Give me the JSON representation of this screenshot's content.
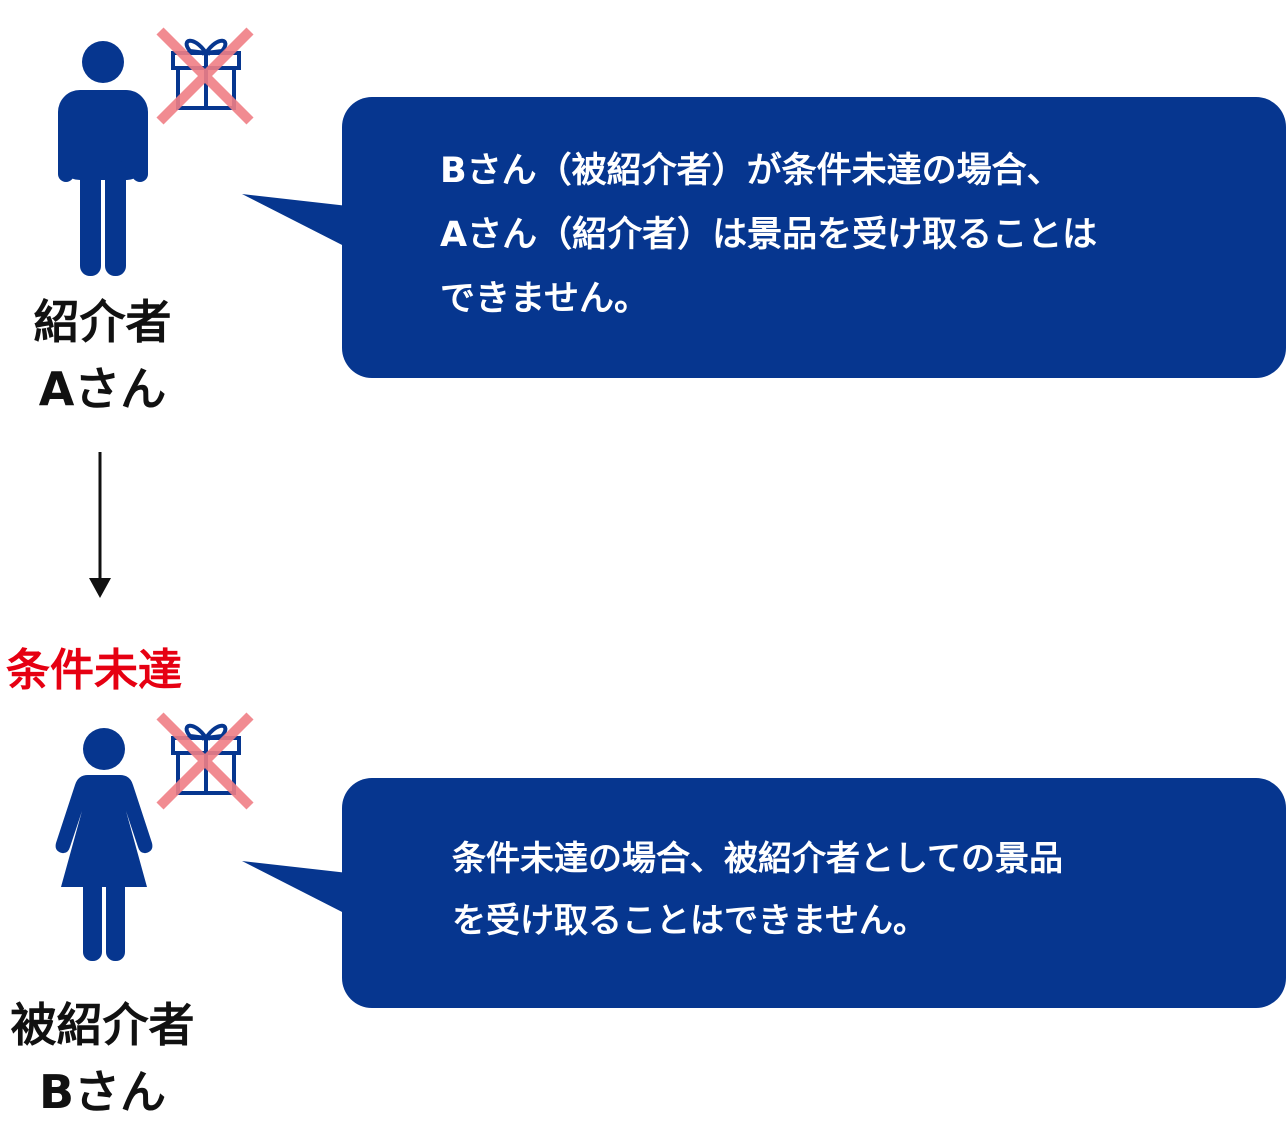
{
  "referrer": {
    "role": "紹介者",
    "name": "Aさん",
    "message_lines": [
      "Bさん（被紹介者）が条件未達の場合、",
      "Aさん（紹介者）は景品を受け取ることは",
      "できません。"
    ]
  },
  "referee": {
    "role": "被紹介者",
    "name": "Bさん",
    "message_lines": [
      "条件未達の場合、被紹介者としての景品",
      "を受け取ることはできません。"
    ]
  },
  "status_label": "条件未達",
  "icons": {
    "referrer_person": "male-person-icon",
    "referee_person": "female-person-icon",
    "gift": "gift-icon",
    "cross": "cross-mark-icon"
  },
  "colors": {
    "accent_blue": "#06368f",
    "status_red": "#e60012",
    "cross_pink": "#f07f86",
    "text_dark": "#111111"
  }
}
